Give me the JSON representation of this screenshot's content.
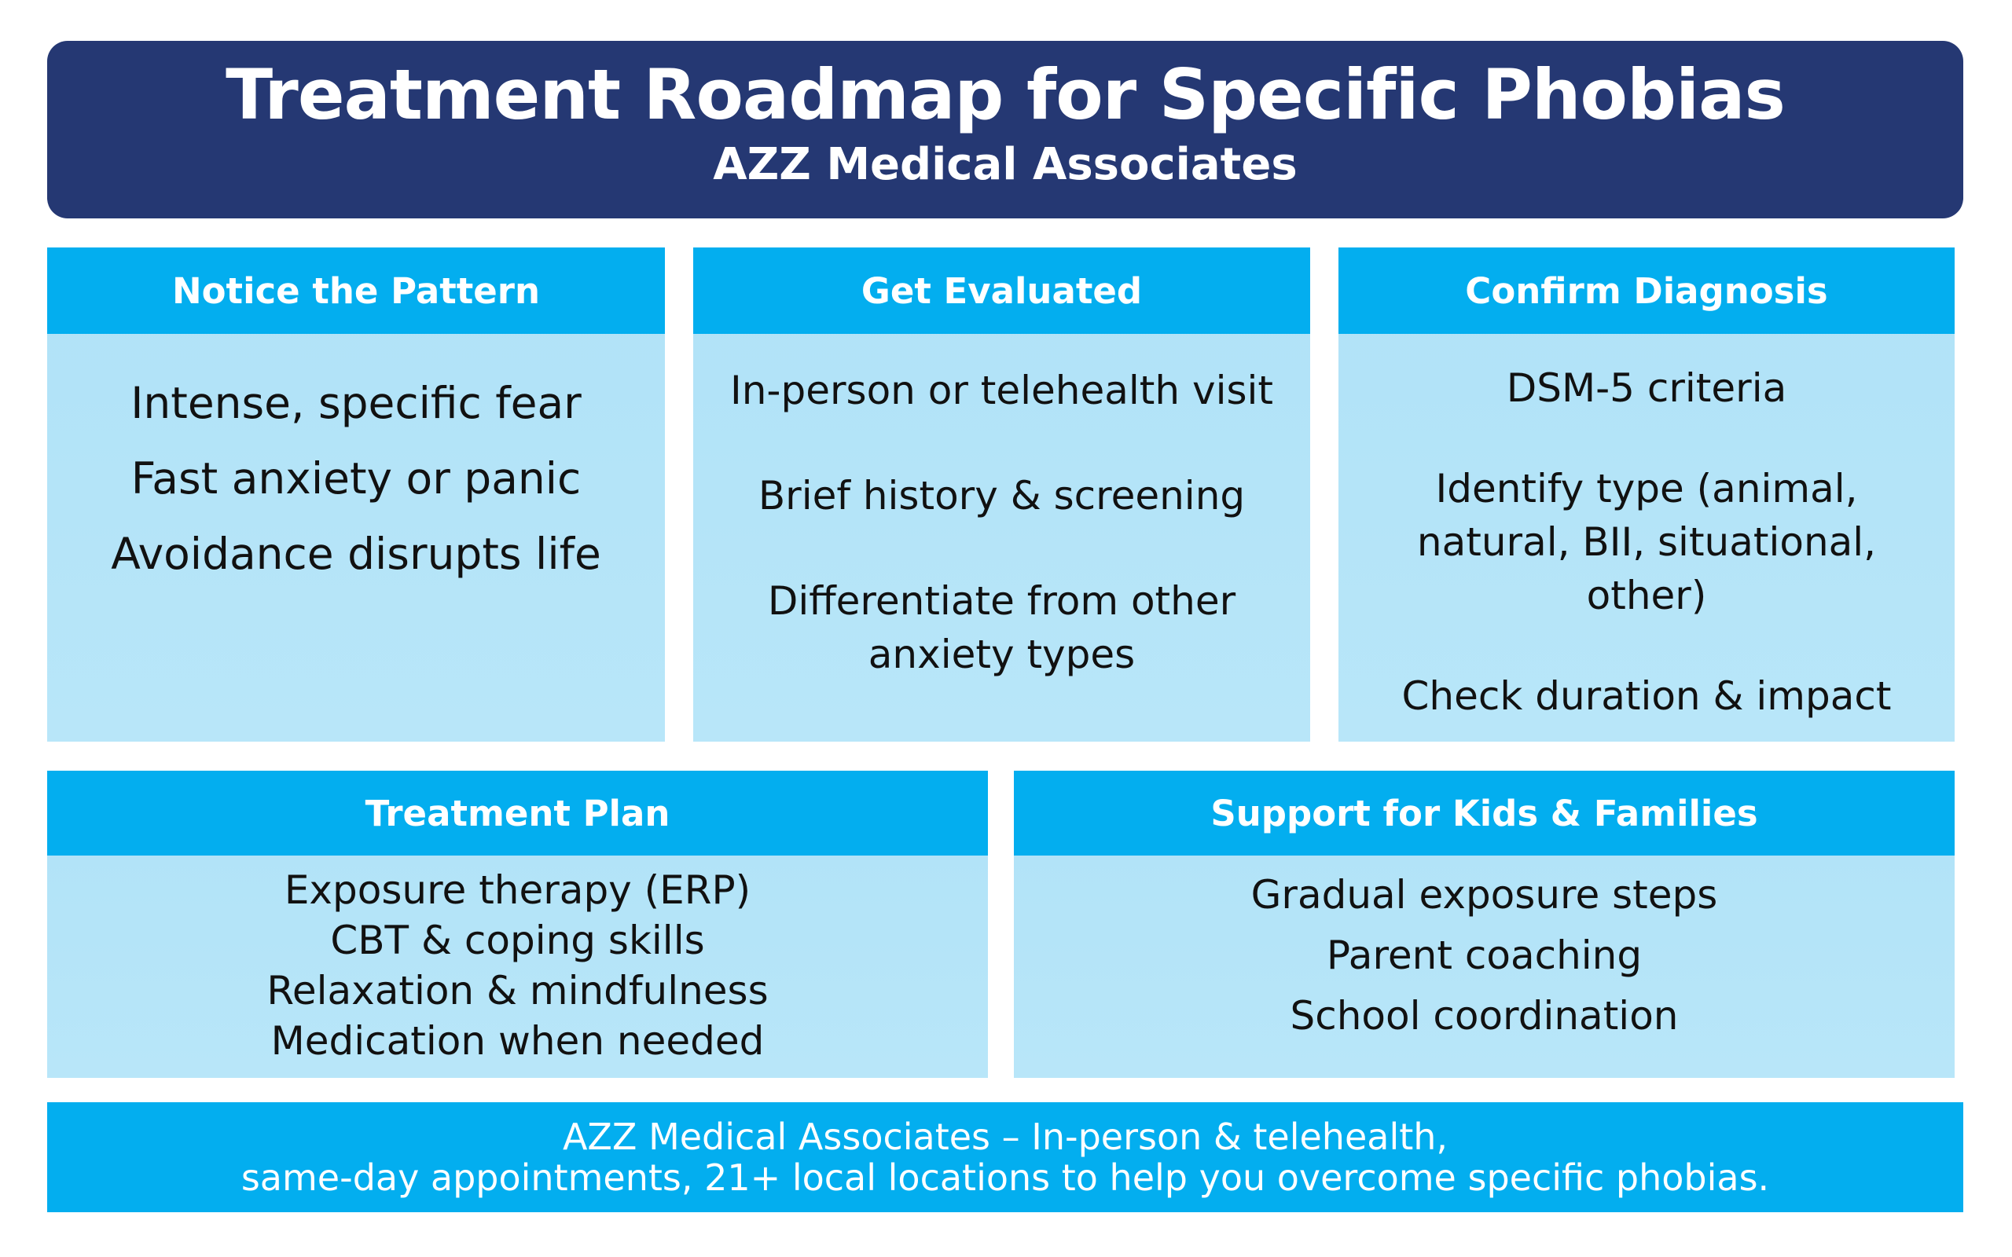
{
  "header": {
    "title": "Treatment Roadmap for Specific Phobias",
    "subtitle": "AZZ Medical Associates"
  },
  "cards": [
    {
      "title": "Notice the Pattern",
      "items": [
        "Intense, specific fear",
        "Fast anxiety or panic",
        "Avoidance disrupts life"
      ]
    },
    {
      "title": "Get Evaluated",
      "items": [
        "In-person or telehealth visit",
        "Brief history & screening",
        "Differentiate from other anxiety types"
      ]
    },
    {
      "title": "Confirm Diagnosis",
      "items": [
        "DSM-5 criteria",
        "Identify type (animal, natural, BII, situational, other)",
        "Check duration & impact"
      ]
    },
    {
      "title": "Treatment Plan",
      "items": [
        "Exposure therapy (ERP)",
        "CBT & coping skills",
        "Relaxation & mindfulness",
        "Medication when needed"
      ]
    },
    {
      "title": "Support for Kids & Families",
      "items": [
        "Gradual exposure steps",
        "Parent coaching",
        "School coordination"
      ]
    }
  ],
  "footer": {
    "line1": "AZZ Medical Associates – In-person & telehealth,",
    "line2": "same-day appointments, 21+ local locations to help you overcome specific phobias."
  },
  "colors": {
    "navy": "#253873",
    "cyan": "#03aeef",
    "light": "#b3e4f8"
  }
}
